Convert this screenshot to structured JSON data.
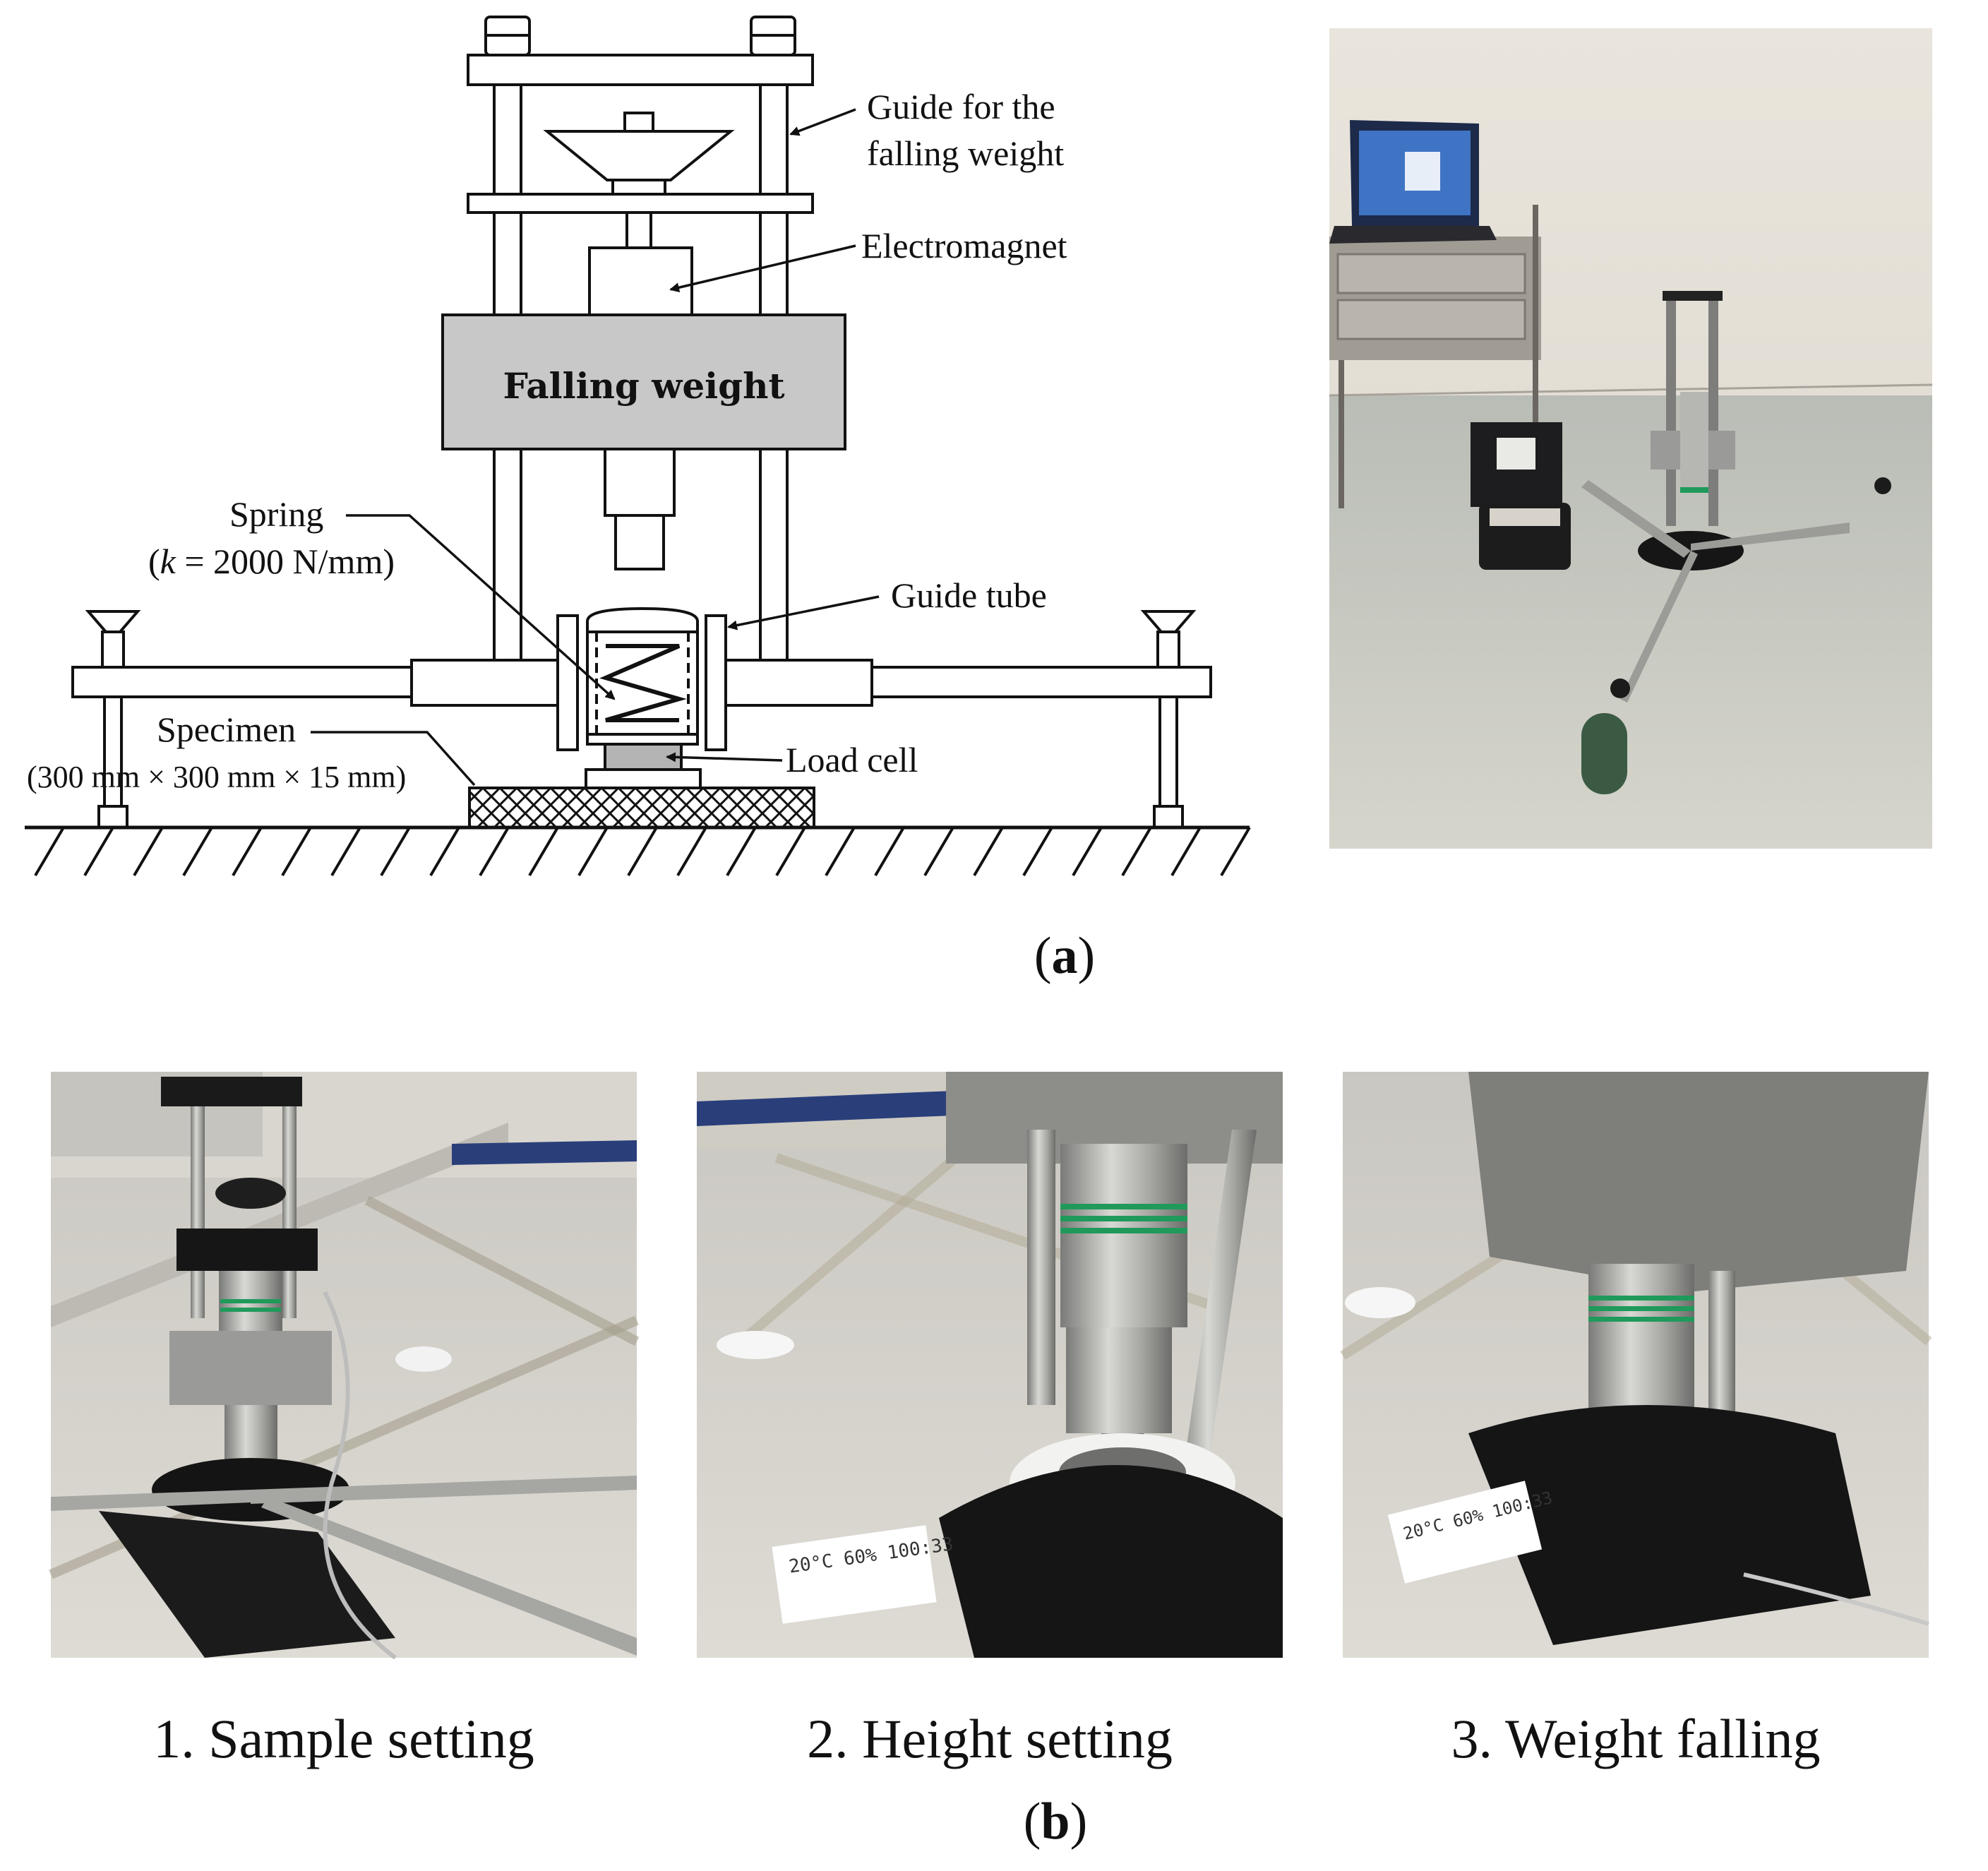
{
  "diagram": {
    "label_guide_line1": "Guide for the",
    "label_guide_line2": "falling weight",
    "label_electromagnet": "Electromagnet",
    "label_falling_weight": "Falling weight",
    "label_spring": "Spring",
    "label_spring_k_open": "(",
    "label_spring_k_var": "k",
    "label_spring_k_rest": " = 2000 N/mm)",
    "label_guide_tube": "Guide tube",
    "label_specimen": "Specimen",
    "label_specimen_dims": "(300 mm × 300 mm × 15 mm)",
    "label_load_cell": "Load cell"
  },
  "panels": {
    "a": {
      "open": "(",
      "letter": "a",
      "close": ")"
    },
    "b": {
      "open": "(",
      "letter": "b",
      "close": ")"
    }
  },
  "steps": [
    {
      "caption": "1. Sample setting"
    },
    {
      "caption": "2. Height setting"
    },
    {
      "caption": "3. Weight falling"
    }
  ],
  "photos": {
    "sticker_text": "20°C  60%  100:33"
  },
  "colors": {
    "weight_fill": "#c8c8c8",
    "load_cell_fill": "#b4b4b4",
    "floor": "#d9d9d4",
    "metal": "#9a9a98",
    "stripe_green": "#1f9a5a"
  }
}
